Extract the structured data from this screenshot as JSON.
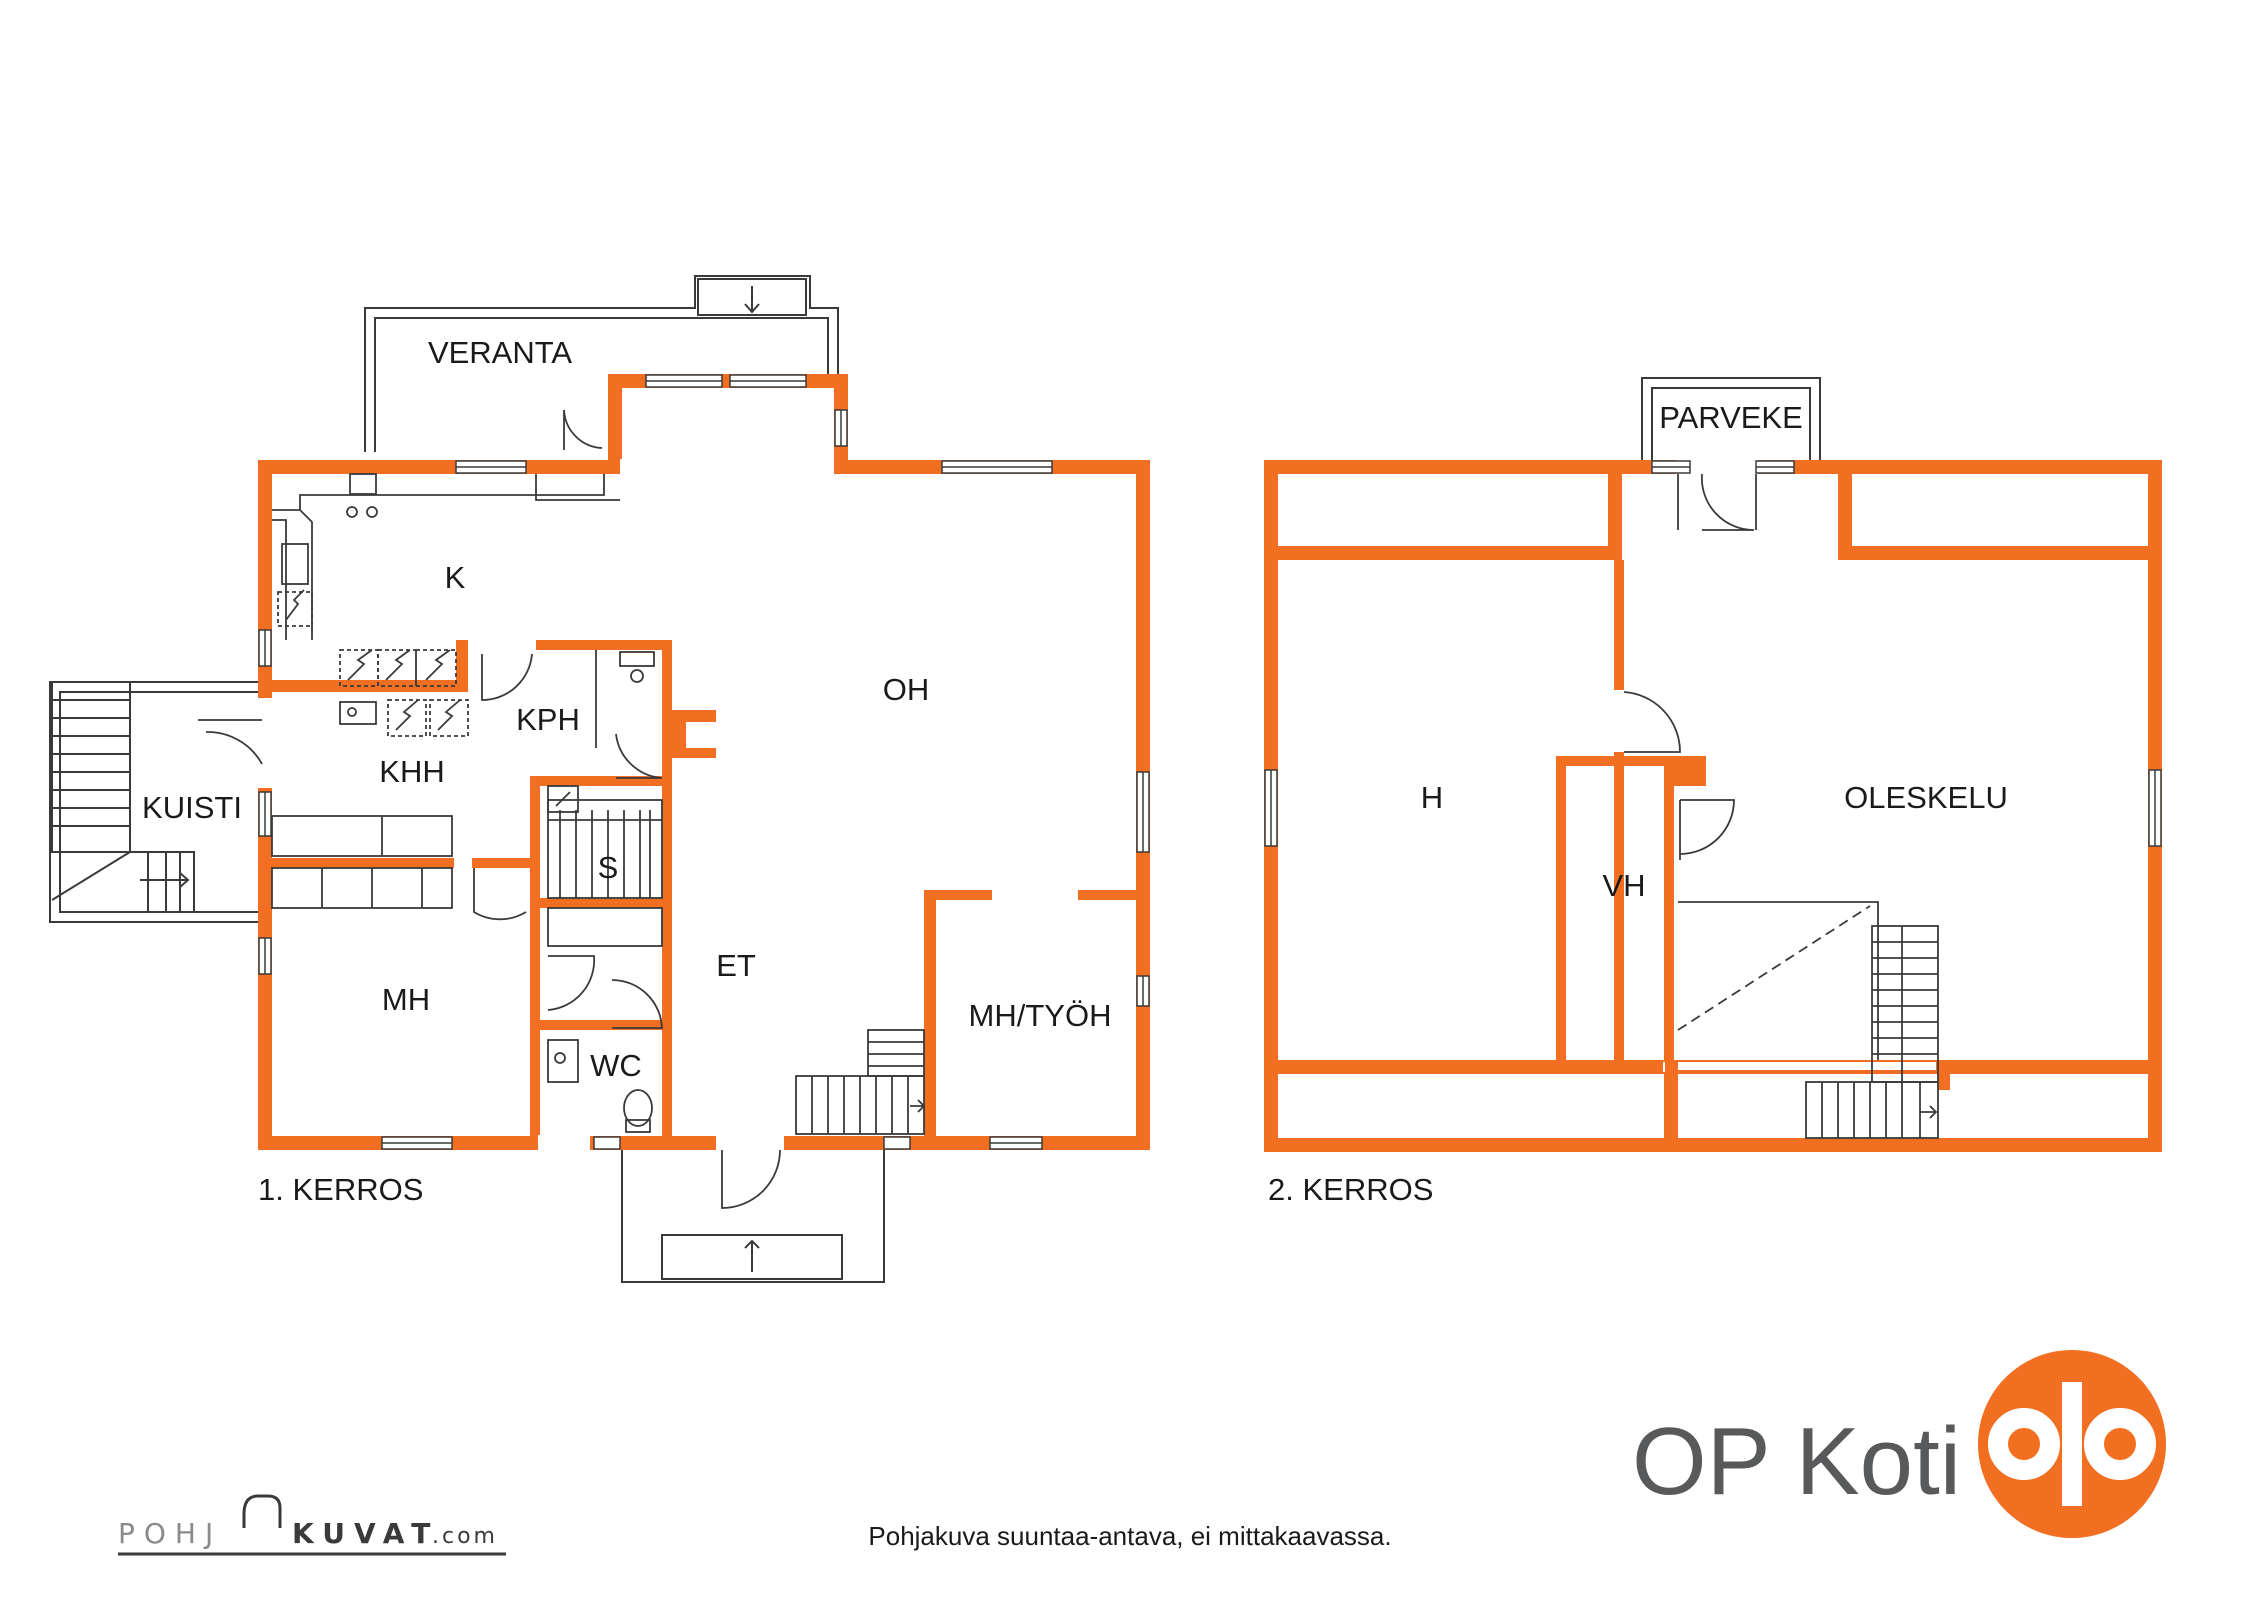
{
  "floors": [
    {
      "label": "1. KERROS",
      "rooms": [
        "VERANTA",
        "K",
        "OH",
        "KPH",
        "KHH",
        "KUISTI",
        "S",
        "MH",
        "ET",
        "WC",
        "MH/TYÖH"
      ]
    },
    {
      "label": "2. KERROS",
      "rooms": [
        "PARVEKE",
        "H",
        "OLESKELU",
        "VH"
      ]
    }
  ],
  "footer_note": "Pohjakuva suuntaa-antava, ei mittakaavassa.",
  "brand": {
    "name": "OP Koti",
    "accent_color": "#f26f21",
    "icon": "op-logo-icon"
  },
  "credit": {
    "part1": "POHJ",
    "part2": "KUVAT",
    "part3": ".com"
  },
  "colors": {
    "wall": "#f26f21",
    "line": "#3a3a3a"
  }
}
